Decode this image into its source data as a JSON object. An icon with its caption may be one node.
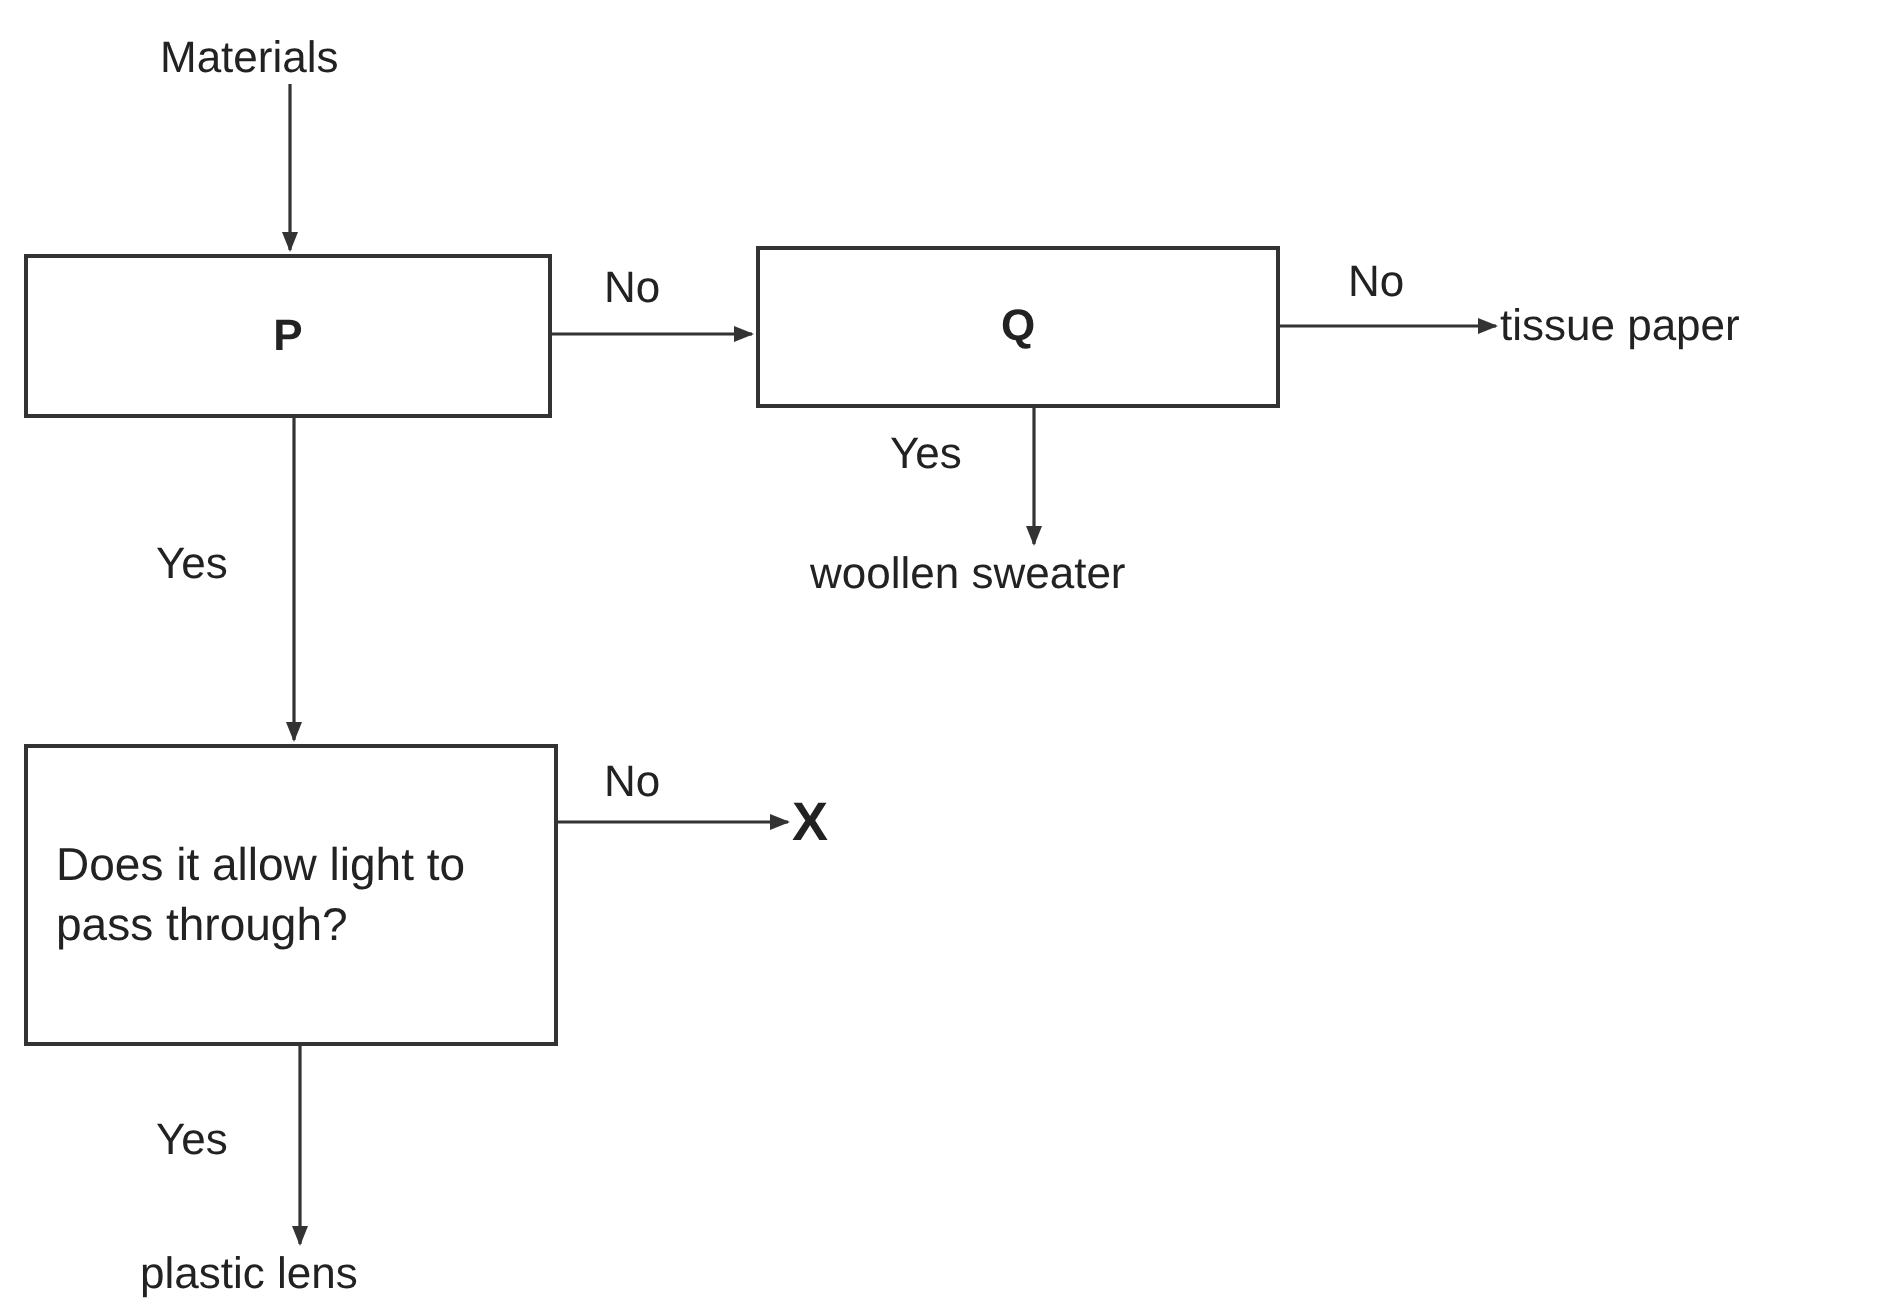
{
  "diagram": {
    "nodes": [
      {
        "text": [
          "Materials"
        ]
      },
      {
        "text": [
          "P"
        ]
      },
      {
        "text": [
          "Q"
        ]
      },
      {
        "text": [
          "tissue paper"
        ]
      },
      {
        "text": [
          "woollen sweater"
        ]
      },
      {
        "text": [
          "Does it allow light to pass through?"
        ]
      },
      {
        "text": [
          "X"
        ]
      },
      {
        "text": [
          "plastic lens"
        ]
      }
    ],
    "edges": [
      {
        "from": 0,
        "to": 1,
        "arrow": "to"
      },
      {
        "from": 1,
        "to": 2,
        "arrow": "to",
        "label": "No"
      },
      {
        "from": 2,
        "to": 3,
        "arrow": "to",
        "label": "No"
      },
      {
        "from": 2,
        "to": 4,
        "arrow": "to",
        "label": "Yes"
      },
      {
        "from": 1,
        "to": 5,
        "arrow": "to",
        "label": "Yes"
      },
      {
        "from": 5,
        "to": 6,
        "arrow": "to",
        "label": "No"
      },
      {
        "from": 5,
        "to": 7,
        "arrow": "to",
        "label": "Yes"
      }
    ]
  }
}
